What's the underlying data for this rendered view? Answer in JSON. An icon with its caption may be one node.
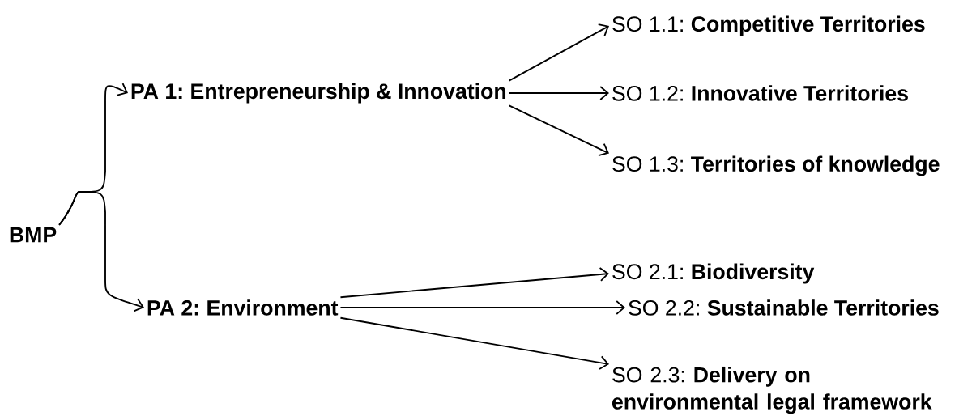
{
  "diagram": {
    "nodes": [
      {
        "text": [
          "BMP"
        ]
      },
      {
        "text": [
          "PA 1: Entrepreneurship & Innovation"
        ]
      },
      {
        "text": [
          "PA 2: Environment"
        ]
      },
      {
        "text": [
          "SO 1.1: **Competitive Territories**"
        ]
      },
      {
        "text": [
          "SO 1.2: **Innovative Territories**"
        ]
      },
      {
        "text": [
          "SO 1.3: **Territories of knowledge**"
        ]
      },
      {
        "text": [
          "SO 2.1: **Biodiversity**"
        ]
      },
      {
        "text": [
          "SO 2.2: **Sustainable Territories**"
        ]
      },
      {
        "text": [
          "SO 2.3: **Delivery on environmental legal framework**"
        ]
      }
    ],
    "edges": [
      {
        "from": 0,
        "to": 1,
        "arrow": "to"
      },
      {
        "from": 0,
        "to": 2,
        "arrow": "to"
      },
      {
        "from": 1,
        "to": 3,
        "arrow": "to"
      },
      {
        "from": 1,
        "to": 4,
        "arrow": "to"
      },
      {
        "from": 1,
        "to": 5,
        "arrow": "to"
      },
      {
        "from": 2,
        "to": 6,
        "arrow": "to"
      },
      {
        "from": 2,
        "to": 7,
        "arrow": "to"
      },
      {
        "from": 2,
        "to": 8,
        "arrow": "to"
      }
    ]
  }
}
